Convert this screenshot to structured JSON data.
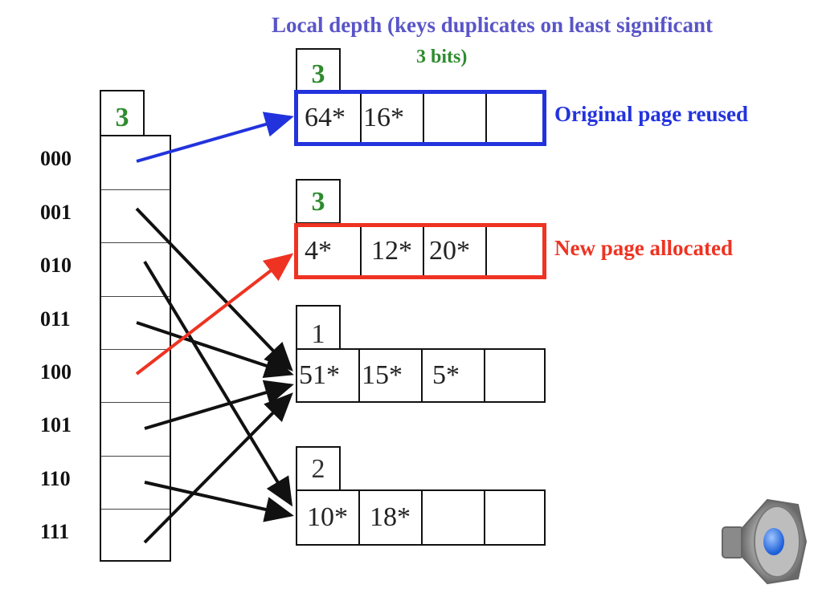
{
  "title": {
    "line1": "Local depth (keys duplicates on least significant",
    "line2": "3 bits)"
  },
  "directory": {
    "global_depth": "3",
    "entries": [
      "000",
      "001",
      "010",
      "011",
      "100",
      "101",
      "110",
      "111"
    ]
  },
  "buckets": [
    {
      "local_depth": "3",
      "cells": [
        "64*",
        "16*",
        "",
        ""
      ],
      "note": "Original page reused",
      "highlight": "#2233dd"
    },
    {
      "local_depth": "3",
      "cells": [
        "4*",
        "12*",
        "20*",
        ""
      ],
      "note": "New page allocated",
      "highlight": "#ee3322"
    },
    {
      "local_depth": "1",
      "cells": [
        "51*",
        "15*",
        "5*",
        ""
      ]
    },
    {
      "local_depth": "2",
      "cells": [
        "10*",
        "18*",
        "",
        ""
      ]
    }
  ],
  "colors": {
    "title_blue": "#5a55c8",
    "depth_green": "#2e8b2e",
    "reused_blue": "#2233dd",
    "new_red": "#ee3322"
  },
  "icons": [
    "speaker-icon"
  ]
}
